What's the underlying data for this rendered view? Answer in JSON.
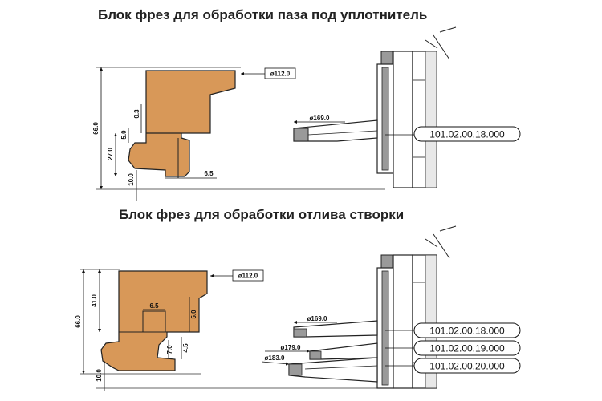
{
  "titles": {
    "top": "Блок фрез для обработки паза под уплотнитель",
    "bottom": "Блок фрез для обработки отлива створки"
  },
  "top_drawing": {
    "diameter_profile": "ø112.0",
    "diameter_cutter": "ø169.0",
    "dim_height": "66.0",
    "dim_lower": "27.0",
    "dim_a": "5.0",
    "dim_b": "0.3",
    "dim_c": "6.5",
    "dim_base": "10.0",
    "part_code": "101.02.00.18.000"
  },
  "bottom_drawing": {
    "diameter_profile": "ø112.0",
    "diameter_cutter_1": "ø169.0",
    "diameter_cutter_2": "ø179.0",
    "diameter_cutter_3": "ø183.0",
    "dim_height": "66.0",
    "dim_upper": "41.0",
    "dim_a": "6.5",
    "dim_b": "5.0",
    "dim_c": "4.5",
    "dim_d": "7.0",
    "dim_base": "10.0",
    "part_code_1": "101.02.00.18.000",
    "part_code_2": "101.02.00.19.000",
    "part_code_3": "101.02.00.20.000"
  },
  "colors": {
    "profile": "#D89858",
    "outline": "#222222",
    "tool_gray": "#9A9A9A"
  }
}
